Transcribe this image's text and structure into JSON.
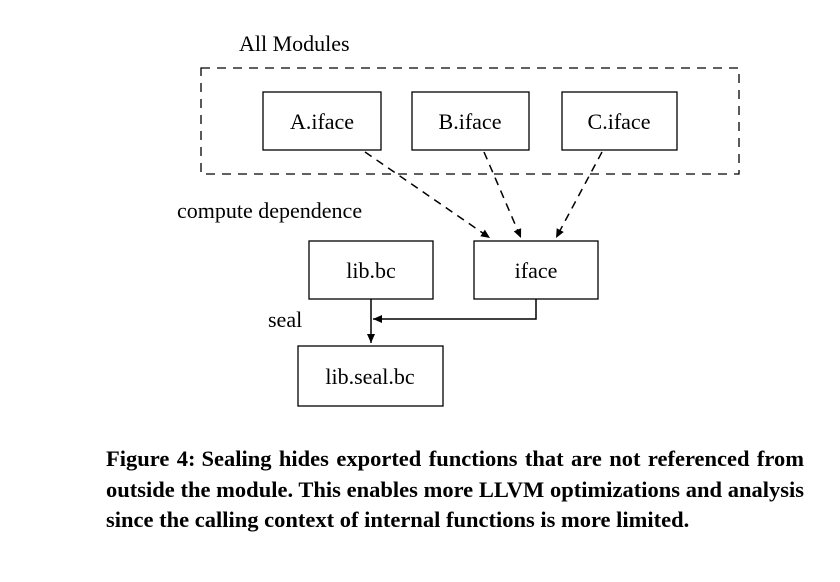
{
  "diagram": {
    "group_label": "All Modules",
    "nodes": {
      "a_iface": "A.iface",
      "b_iface": "B.iface",
      "c_iface": "C.iface",
      "lib_bc": "lib.bc",
      "iface": "iface",
      "lib_seal_bc": "lib.seal.bc"
    },
    "edge_labels": {
      "compute_dependence": "compute dependence",
      "seal": "seal"
    }
  },
  "caption": {
    "label": "Figure 4:",
    "text": "Sealing hides exported functions that are not referenced from outside the module. This enables more LLVM optimizations and analysis since the calling context of internal functions is more limited."
  }
}
